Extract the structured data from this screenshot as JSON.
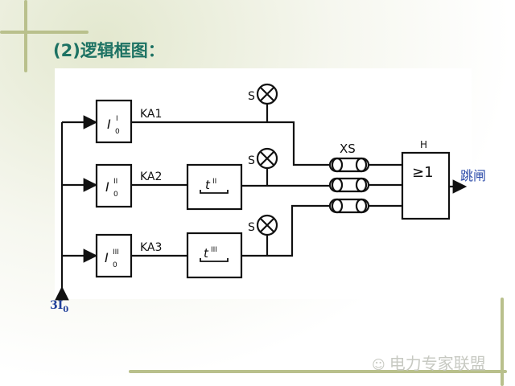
{
  "title": "(2)逻辑框图：",
  "input_label": "3I",
  "input_sub": "0",
  "output_label": "跳闸",
  "watermark": "电力专家联盟",
  "diagram": {
    "relays": [
      {
        "name": "KA1",
        "sym": "I",
        "sub": "0",
        "sup": "I"
      },
      {
        "name": "KA2",
        "sym": "I",
        "sub": "0",
        "sup": "II"
      },
      {
        "name": "KA3",
        "sym": "I",
        "sub": "0",
        "sup": "III"
      }
    ],
    "timers": [
      {
        "sym": "t",
        "sup": "II"
      },
      {
        "sym": "t",
        "sup": "III"
      }
    ],
    "signal_label": "S",
    "connector_label": "XS",
    "gate_label": "H",
    "gate_symbol": "≥1"
  },
  "colors": {
    "title": "#1d7263",
    "labels": "#2a4aa8",
    "vine": "#b9c08c"
  }
}
